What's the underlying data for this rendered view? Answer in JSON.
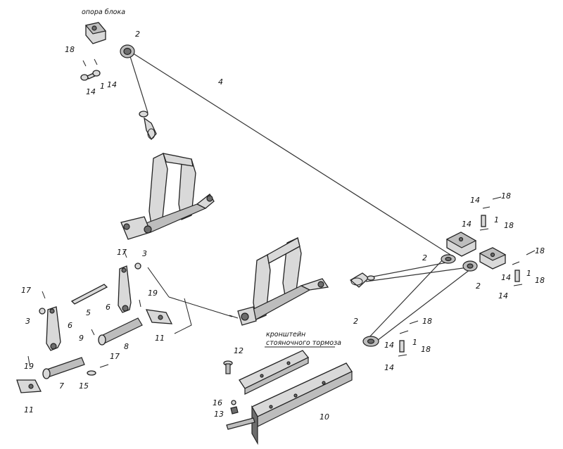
{
  "captions": {
    "block_support": "опора блока",
    "parking_brake_bracket_1": "кронштейн",
    "parking_brake_bracket_2": "стояночного тормоза"
  },
  "labels": {
    "top_pulley_2": "2",
    "top_18": "18",
    "top_14a": "14",
    "top_1": "1",
    "top_14b": "14",
    "cable_4": "4",
    "r_14a": "14",
    "r_18a": "18",
    "r_14b": "14",
    "r_1a": "1",
    "r_18b": "18",
    "r_pulley_2a": "2",
    "r_pulley_2b": "2",
    "r_18c": "18",
    "r_14c": "14",
    "r_1b": "1",
    "r_18d": "18",
    "r_14d": "14",
    "r_pulley_2c": "2",
    "r_18e": "18",
    "r_14e": "14",
    "r_1c": "1",
    "r_18f": "18",
    "r_14f": "14",
    "l_17a": "17",
    "l_3a": "3",
    "l_6a": "6",
    "l_5": "5",
    "l_19a": "19",
    "l_17b": "17",
    "l_3b": "3",
    "l_6b": "6",
    "l_9": "9",
    "l_8": "8",
    "l_11a": "11",
    "l_19b": "19",
    "l_7": "7",
    "l_15": "15",
    "l_17c": "17",
    "l_11b": "11",
    "c_12": "12",
    "c_16": "16",
    "c_13": "13",
    "c_10": "10"
  }
}
